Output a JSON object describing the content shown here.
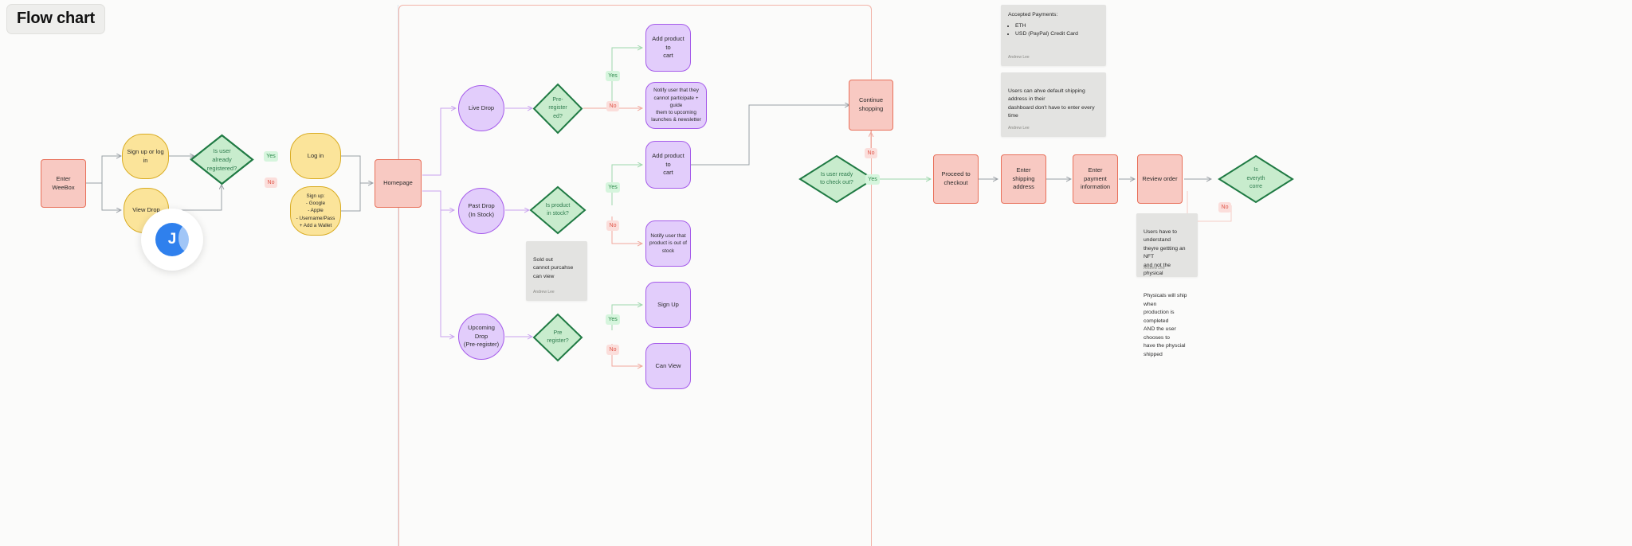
{
  "title": "Flow chart",
  "avatar": {
    "initial": "J"
  },
  "labels": {
    "yes": "Yes",
    "no": "No"
  },
  "nodes": {
    "enter_weebox": "Enter WeeBox",
    "signup_or_login": "Sign up or log in",
    "view_drop": "View Drop",
    "is_registered": "Is user\nalready\nregistered?",
    "login": "Log in",
    "signup_details": "Sign up:\n- Google\n- Apple\n- Username/Pass\n+ Add a Wallet",
    "homepage": "Homepage",
    "live_drop": "Live Drop",
    "past_drop": "Past Drop\n(In Stock)",
    "upcoming_drop": "Upcoming Drop\n(Pre-register)",
    "pre_registered": "Pre-\nregister\ned?",
    "is_product_stock": "Is product\nin stock?",
    "pre_register_q": "Pre\nregister?",
    "add_to_cart_1": "Add product to\ncart",
    "notify_cannot": "Notify user that they\ncannot participate + guide\nthem to upcoming\nlaunches & newsletter",
    "add_to_cart_2": "Add product to\ncart",
    "notify_out_stock": "Notify user that\nproduct is out of\nstock",
    "sign_up": "Sign Up",
    "can_view": "Can View",
    "continue_shopping": "Continue shopping",
    "ready_checkout": "Is user ready\nto check out?",
    "proceed_checkout": "Proceed to\ncheckout",
    "enter_shipping": "Enter shipping\naddress",
    "enter_payment": "Enter payment\ninformation",
    "review_order": "Review order",
    "is_correct": "Is\neveryth\ncorre"
  },
  "sticky_notes": [
    {
      "id": "payments",
      "heading": "Accepted Payments:",
      "items": [
        "ETH",
        "USD (PayPal) Credit Card"
      ],
      "author": "Andrew Lee"
    },
    {
      "id": "shipping-default",
      "text": "Users can ahve default shipping address in their\ndashboard don't have to enter every time",
      "author": "Andrew Lee"
    },
    {
      "id": "sold-out",
      "text": "Sold out\ncannot purcahse\ncan view",
      "author": "Andrew Lee"
    },
    {
      "id": "nft-physical",
      "paragraph1": "Users have to understand\ntheyre gettting an NFT\nand not the physical",
      "paragraph2": "Physicals will ship when\nproduction is completed\nAND the user chooses to\nhave the physcial shipped",
      "author": "Andrew Lee"
    }
  ],
  "colors": {
    "red_fill": "#f8c9c2",
    "red_stroke": "#e8705a",
    "yellow_fill": "#fbe49a",
    "yellow_stroke": "#d9ac23",
    "purple_fill": "#e2cdfb",
    "purple_stroke": "#a55bea",
    "green_fill": "#c8eccd",
    "green_stroke": "#1f7a43",
    "sticky_bg": "#e3e3e1",
    "avatar_blue": "#2f80ed"
  }
}
